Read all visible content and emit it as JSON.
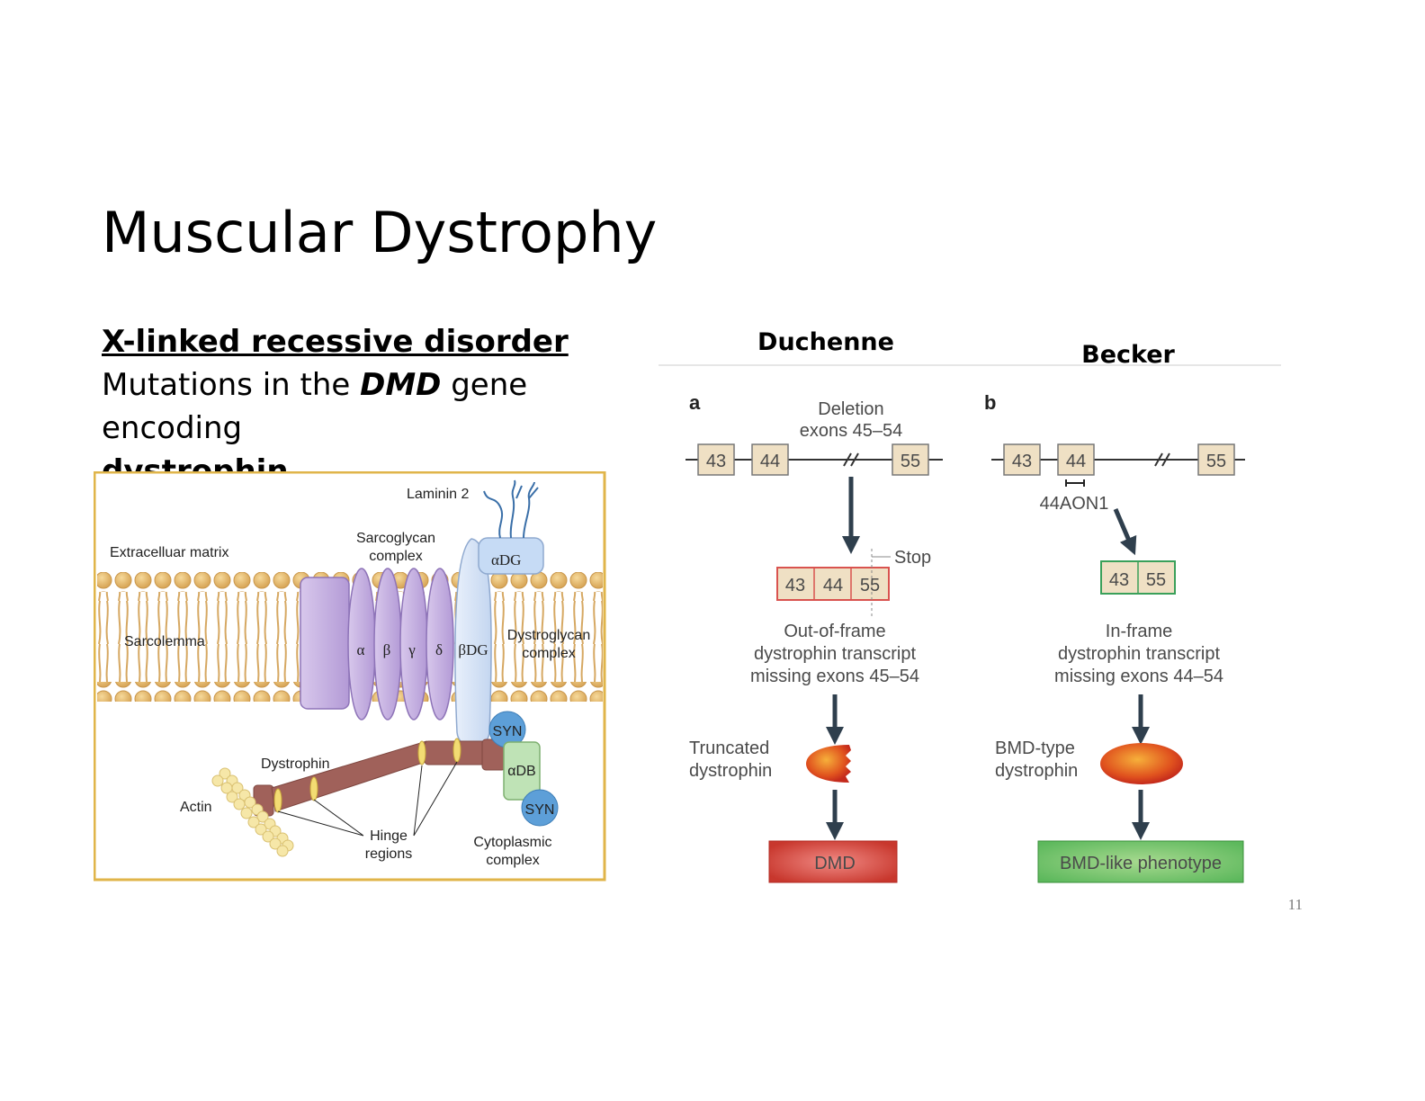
{
  "slide": {
    "title": "Muscular Dystrophy",
    "heading": "X-linked recessive disorder",
    "line_prefix": "Mutations in the ",
    "line_gene": "DMD",
    "line_suffix": " gene encoding",
    "line_protein": "dystrophin",
    "page_number": "11"
  },
  "membrane_figure": {
    "laminin": "Laminin 2",
    "extracellular": "Extracelluar matrix",
    "sarcoglycan_1": "Sarcoglycan",
    "sarcoglycan_2": "complex",
    "adg": "αDG",
    "sarcolemma": "Sarcolemma",
    "alpha": "α",
    "beta": "β",
    "gamma": "γ",
    "delta": "δ",
    "bdg": "βDG",
    "dystroglycan_1": "Dystroglycan",
    "dystroglycan_2": "complex",
    "syn_top": "SYN",
    "adb": "αDB",
    "syn_bottom": "SYN",
    "dystrophin": "Dystrophin",
    "actin": "Actin",
    "hinge_1": "Hinge",
    "hinge_2": "regions",
    "cyto_1": "Cytoplasmic",
    "cyto_2": "complex"
  },
  "comparison_figure": {
    "duchenne_title": "Duchenne",
    "becker_title": "Becker",
    "panel_a": "a",
    "panel_b": "b",
    "deletion_1": "Deletion",
    "deletion_2": "exons 45–54",
    "exon_43": "43",
    "exon_44": "44",
    "exon_55": "55",
    "stop": "Stop",
    "aon": "44AON1",
    "out_frame_1": "Out-of-frame",
    "out_frame_2": "dystrophin transcript",
    "out_frame_3": "missing exons 45–54",
    "in_frame_1": "In-frame",
    "in_frame_2": "dystrophin transcript",
    "in_frame_3": "missing exons 44–54",
    "truncated_1": "Truncated",
    "truncated_2": "dystrophin",
    "bmd_type_1": "BMD-type",
    "bmd_type_2": "dystrophin",
    "dmd_box": "DMD",
    "bmd_box": "BMD-like phenotype",
    "colors": {
      "exon_fill": "#efe0c4",
      "out_frame_border": "#d9534f",
      "in_frame_border": "#3aa05a",
      "arrow": "#2f3f4d",
      "dmd_box": "#c8372d",
      "bmd_box": "#5cb85c"
    }
  }
}
